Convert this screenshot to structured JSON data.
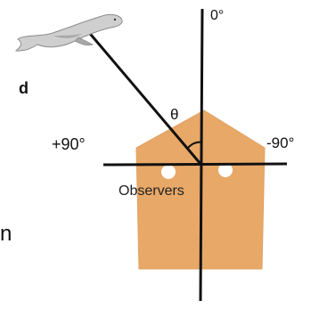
{
  "labels": {
    "distance": "d",
    "angle": "θ",
    "zero_bearing": "0°",
    "plus_ninety": "+90°",
    "minus_ninety": "-90°",
    "observers": "Observers",
    "edge_letter": "n"
  },
  "colors": {
    "boat": "#e8a868",
    "boat_outline": "#e0a060",
    "axis": "#111111",
    "observer_seat": "#ffffff",
    "whale_body": "#cfcfcf",
    "whale_shade": "#a8a8a8",
    "whale_outline": "#8c8c8c"
  },
  "icons": {
    "whale": "beluga-whale-icon",
    "boat": "boat-outline",
    "observer_seats": "observer-seat-icon"
  }
}
